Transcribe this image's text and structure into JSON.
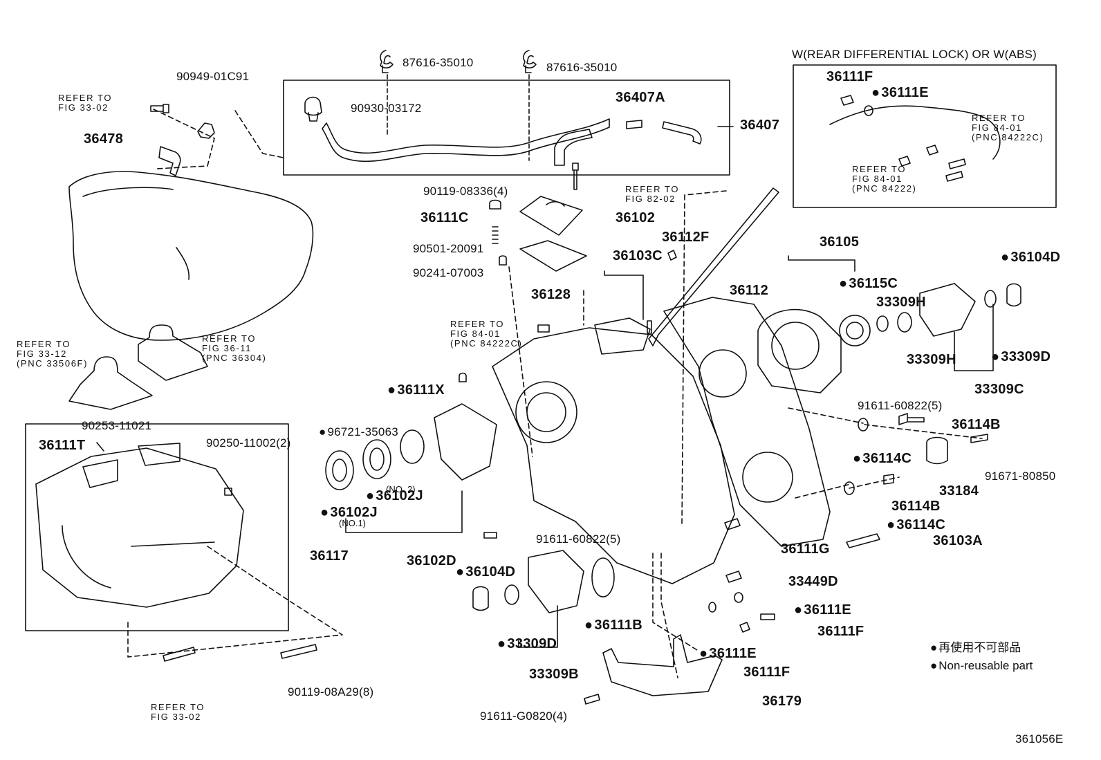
{
  "header": {
    "option_title": "W(REAR DIFFERENTIAL LOCK) OR W(ABS)"
  },
  "parts": {
    "p_87616_a": "87616-35010",
    "p_87616_b": "87616-35010",
    "p_90949": "90949-01C91",
    "p_36478": "36478",
    "p_90930": "90930-03172",
    "p_36407A": "36407A",
    "p_36407": "36407",
    "p_90119_08336": "90119-08336(4)",
    "p_36111C": "36111C",
    "p_36102": "36102",
    "p_90501": "90501-20091",
    "p_90241": "90241-07003",
    "p_36128": "36128",
    "p_36103C": "36103C",
    "p_36112F": "36112F",
    "p_36112": "36112",
    "p_36105": "36105",
    "p_36115C": "36115C",
    "p_33309H_a": "33309H",
    "p_33309H_b": "33309H",
    "p_36104D_a": "36104D",
    "p_33309D_a": "33309D",
    "p_33309C": "33309C",
    "p_91611_60822_a": "91611-60822(5)",
    "p_36111X": "36111X",
    "p_96721": "96721-35063",
    "p_90253": "90253-11021",
    "p_36111T": "36111T",
    "p_90250": "90250-11002(2)",
    "p_36102J_a": "36102J",
    "p_no2": "(NO. 2)",
    "p_36102J_b": "36102J",
    "p_no1": "(NO.1)",
    "p_36102D": "36102D",
    "p_36117": "36117",
    "p_91611_60822_b": "91611-60822(5)",
    "p_36114B_a": "36114B",
    "p_36114C_a": "36114C",
    "p_91671": "91671-80850",
    "p_33184": "33184",
    "p_36114B_b": "36114B",
    "p_36114C_b": "36114C",
    "p_36103A": "36103A",
    "p_36111G": "36111G",
    "p_33449D": "33449D",
    "p_36111E_a": "36111E",
    "p_36111F_a": "36111F",
    "p_36111E_b": "36111E",
    "p_36111F_b": "36111F",
    "p_36179": "36179",
    "p_91611_G0820": "91611-G0820(4)",
    "p_36104D_b": "36104D",
    "p_36111B": "36111B",
    "p_33309D_b": "33309D",
    "p_33309B": "33309B",
    "p_90119_08A29": "90119-08A29(8)",
    "p_36111F_inset": "36111F",
    "p_36111E_inset": "36111E"
  },
  "refs": {
    "r_33_02_top": [
      "REFER TO",
      "FIG 33-02"
    ],
    "r_82_02": [
      "REFER TO",
      "FIG 82-02"
    ],
    "r_84_01_mid": [
      "REFER TO",
      "FIG 84-01",
      "(PNC 84222C)"
    ],
    "r_33_12": [
      "REFER TO",
      "FIG 33-12",
      "(PNC 33506F)"
    ],
    "r_36_11": [
      "REFER TO",
      "FIG 36-11",
      "(PNC 36304)"
    ],
    "r_33_02_bottom": [
      "REFER TO",
      "FIG 33-02"
    ],
    "r_inset_84222C": [
      "REFER TO",
      "FIG 84-01",
      "(PNC 84222C)"
    ],
    "r_inset_84222": [
      "REFER TO",
      "FIG 84-01",
      "(PNC 84222)"
    ]
  },
  "legend": {
    "line1": "再使用不可部品",
    "line2": "Non-reusable part"
  },
  "footer": {
    "diagram_id": "361056E"
  },
  "colors": {
    "ink": "#111111",
    "background": "#ffffff"
  }
}
